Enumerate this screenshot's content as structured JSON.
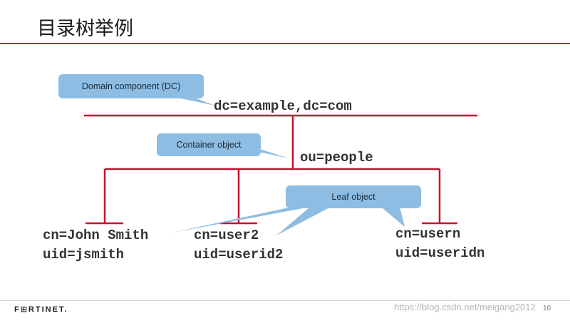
{
  "title": "目录树举例",
  "nodes": {
    "root": "dc=example,dc=com",
    "container": "ou=people",
    "leaf1_cn": "cn=John Smith",
    "leaf1_uid": "uid=jsmith",
    "leaf2_cn": "cn=user2",
    "leaf2_uid": "uid=userid2",
    "leafn_cn": "cn=usern",
    "leafn_uid": "uid=useridn"
  },
  "callouts": {
    "dc": "Domain component (DC)",
    "container": "Container object",
    "leaf": "Leaf object"
  },
  "footer": {
    "logo": "F⊞RTINET.",
    "page_number": "10",
    "watermark": "https://blog.csdn.net/meigang2012"
  },
  "colors": {
    "accent": "#c8102e",
    "callout": "#8dbde3"
  }
}
